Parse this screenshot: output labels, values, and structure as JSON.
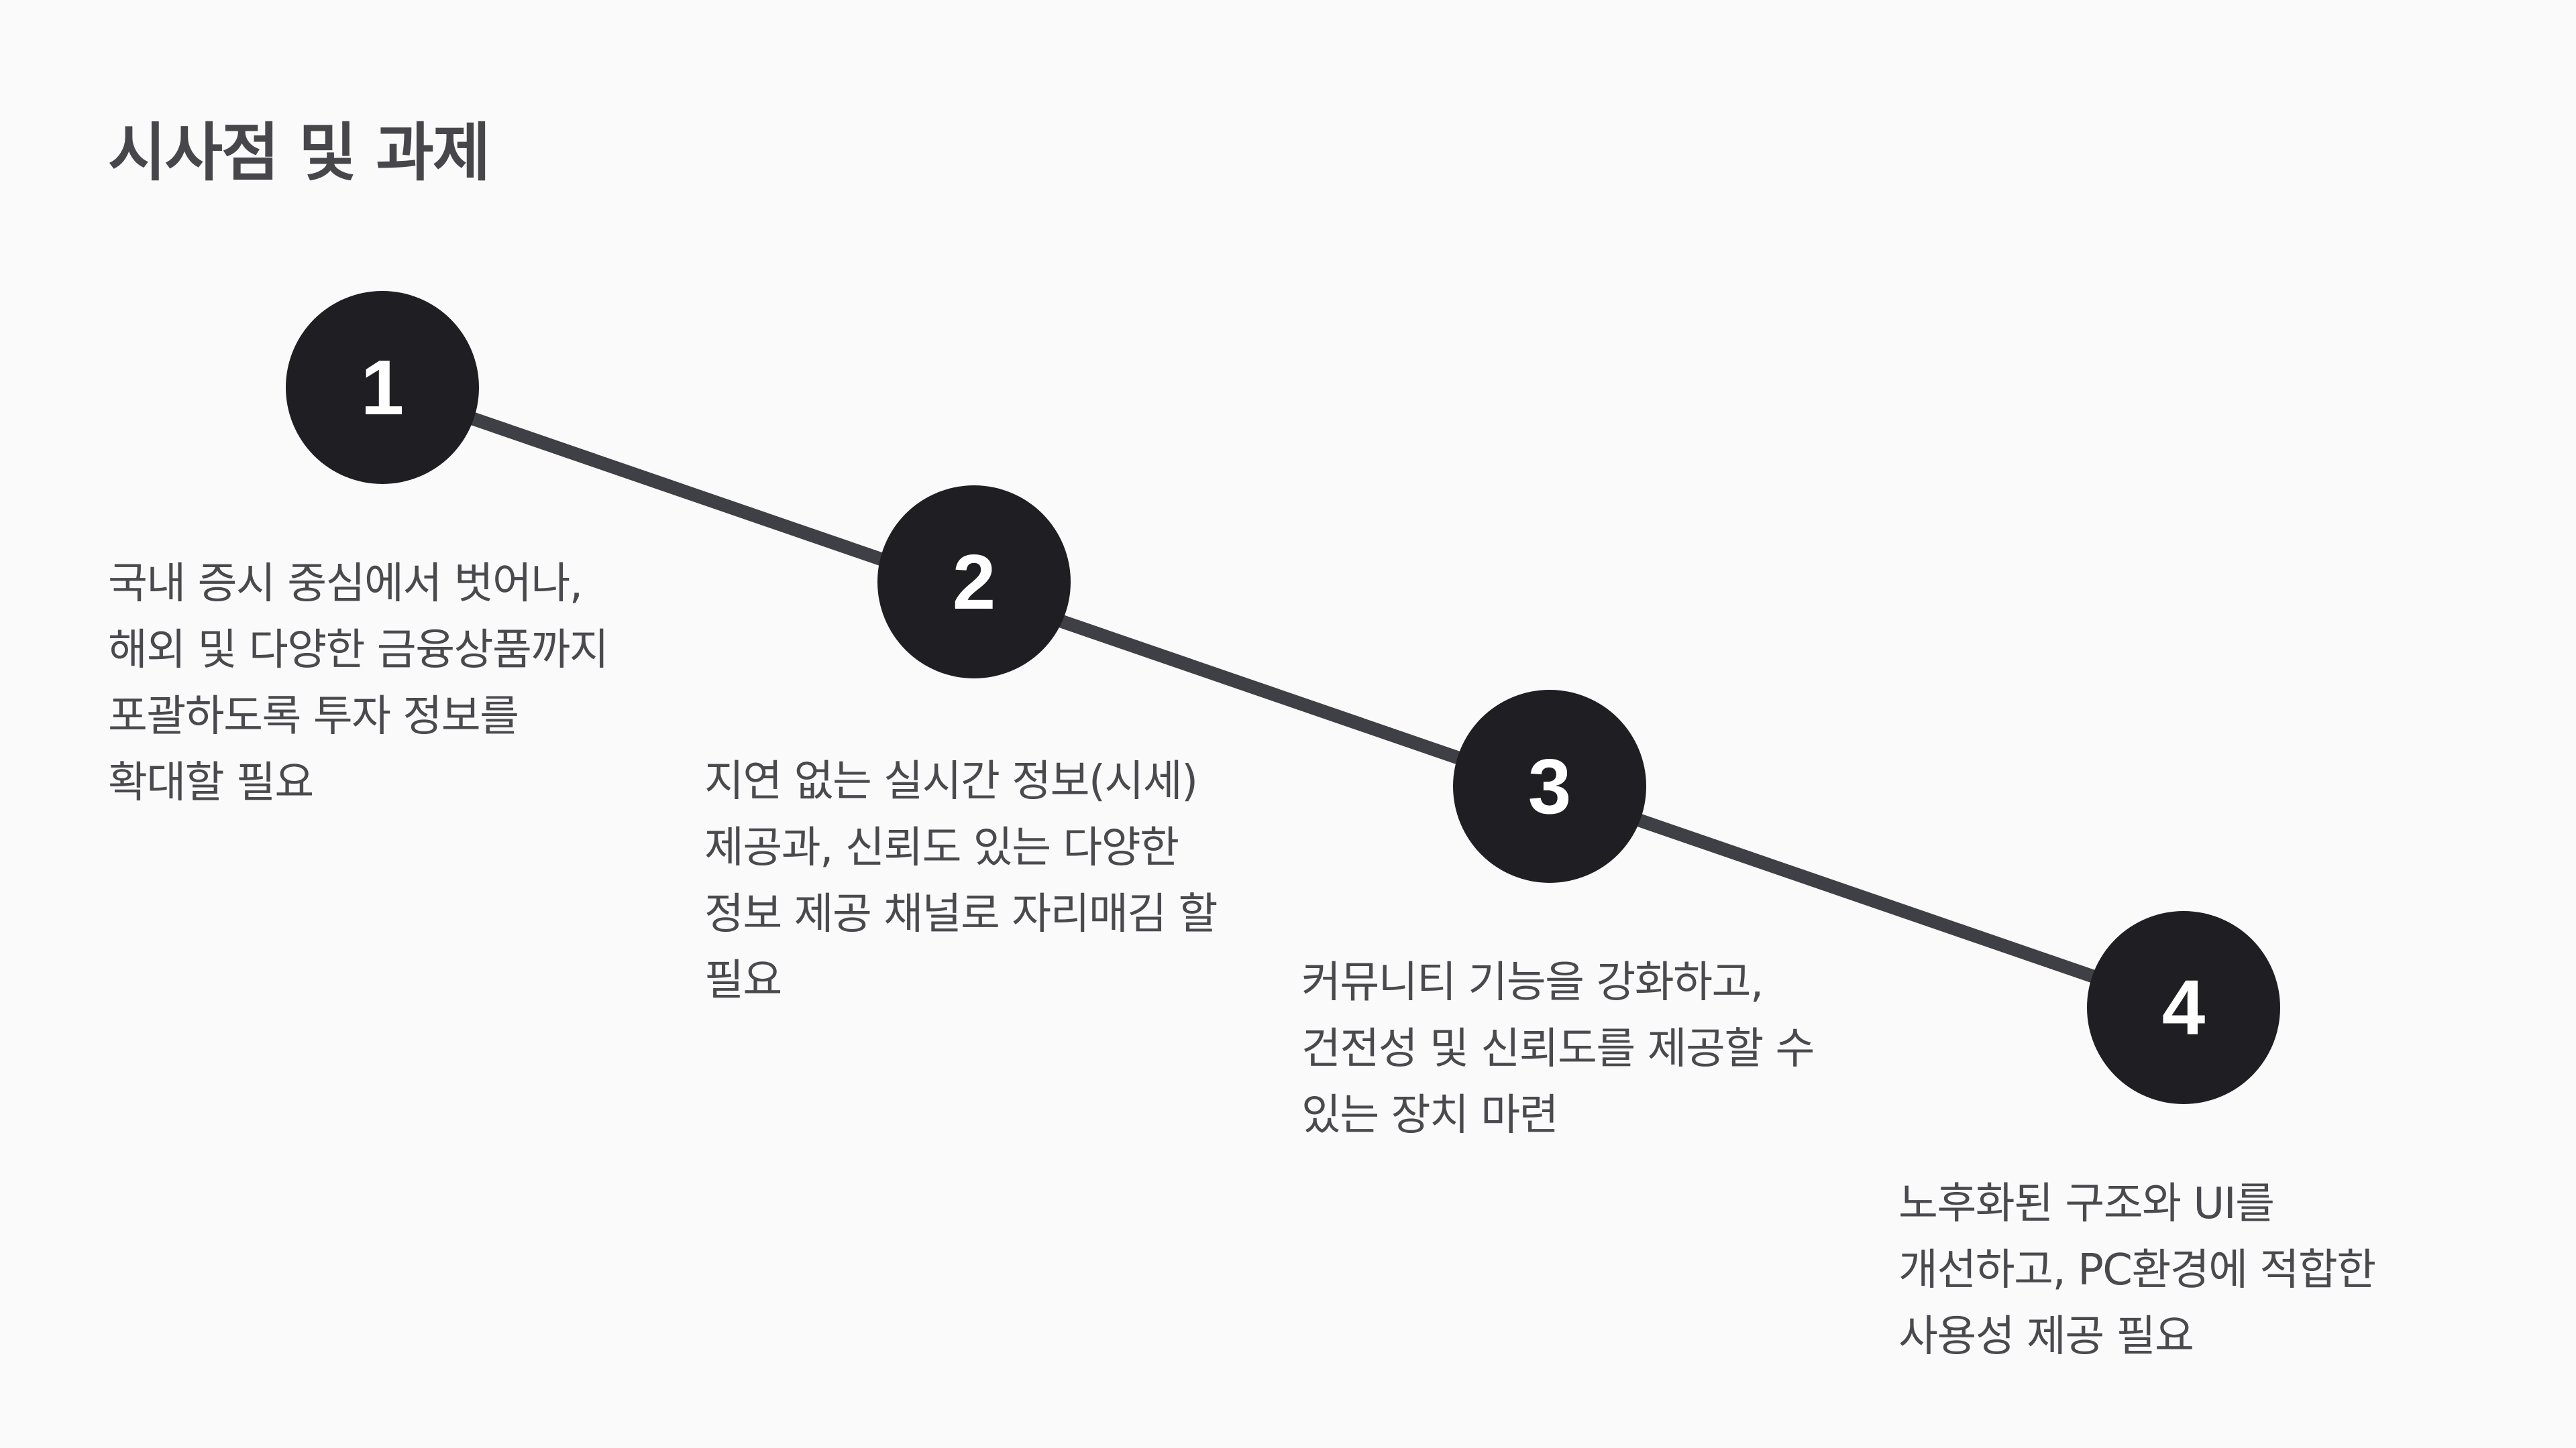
{
  "title": "시사점 및 과제",
  "colors": {
    "background": "#fafafa",
    "circle": "#1f1f23",
    "connector": "#3f3f46",
    "text": "#4a4a4e"
  },
  "steps": [
    {
      "number": "1",
      "text": "국내 증시 중심에서 벗어나,\n해외 및 다양한 금융상품까지\n포괄하도록 투자 정보를\n확대할 필요"
    },
    {
      "number": "2",
      "text": "지연 없는 실시간 정보(시세)\n제공과, 신뢰도 있는 다양한\n정보 제공 채널로 자리매김 할\n필요"
    },
    {
      "number": "3",
      "text": "커뮤니티 기능을 강화하고,\n건전성 및 신뢰도를 제공할 수\n있는 장치 마련"
    },
    {
      "number": "4",
      "text": "노후화된 구조와 UI를\n개선하고, PC환경에 적합한\n사용성 제공 필요"
    }
  ]
}
